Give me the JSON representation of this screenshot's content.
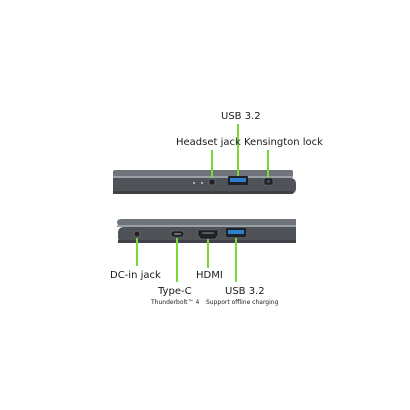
{
  "colors": {
    "callout_line": "#7bd63a",
    "chassis_dark": "#4a4d52",
    "chassis_edge": "#7c8087",
    "port_blue": "#2f7fd1"
  },
  "top_view": {
    "labels": {
      "usb_top": "USB 3.2",
      "headset": "Headset jack",
      "kensington": "Kensington lock"
    }
  },
  "bottom_view": {
    "labels": {
      "dc_in": "DC-in jack",
      "type_c": "Type-C",
      "type_c_sub": "Thunderbolt™ 4",
      "hdmi": "HDMI",
      "usb_bottom": "USB 3.2",
      "usb_bottom_sub": "Support offline charging"
    }
  }
}
